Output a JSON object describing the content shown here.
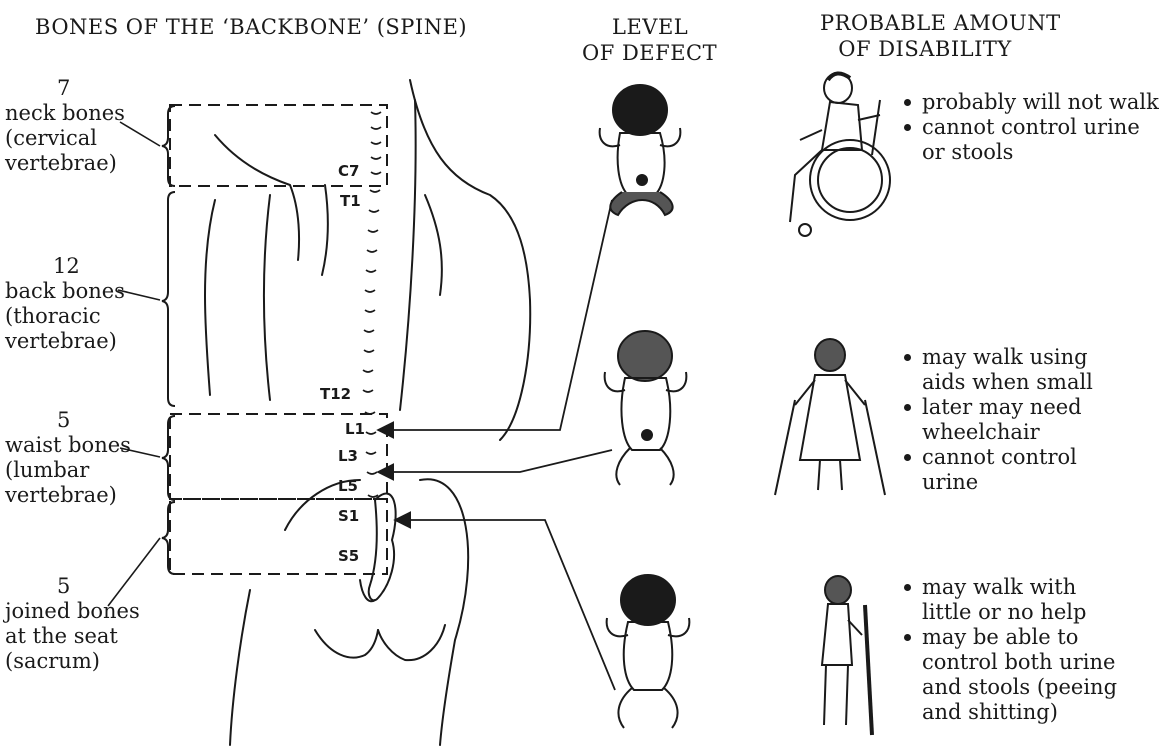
{
  "headers": {
    "bones": "BONES OF THE ‘BACKBONE’ (SPINE)",
    "level": [
      "LEVEL",
      "OF DEFECT"
    ],
    "disability": [
      "PROBABLE AMOUNT",
      "OF DISABILITY"
    ]
  },
  "bone_groups": [
    {
      "count": "7",
      "lines": [
        "neck bones",
        "(cervical",
        "vertebrae)"
      ]
    },
    {
      "count": "12",
      "lines": [
        "back bones",
        "(thoracic",
        "vertebrae)"
      ]
    },
    {
      "count": "5",
      "lines": [
        "waist bones",
        "(lumbar",
        "vertebrae)"
      ]
    },
    {
      "count": "5",
      "lines": [
        "joined bones",
        "at the seat",
        "(sacrum)"
      ]
    }
  ],
  "vertebra_labels": [
    "C7",
    "T1",
    "T12",
    "L1",
    "L3",
    "L5",
    "S1",
    "S5"
  ],
  "disabilities": [
    {
      "items": [
        [
          "probably will not walk"
        ],
        [
          "cannot control urine",
          "or stools"
        ]
      ]
    },
    {
      "items": [
        [
          "may walk using",
          "aids when small"
        ],
        [
          "later may need",
          "wheelchair"
        ],
        [
          "cannot control",
          "urine"
        ]
      ]
    },
    {
      "items": [
        [
          "may walk with",
          "little or no help"
        ],
        [
          "may be able to",
          "control both urine",
          "and stools (peeing",
          "and shitting)"
        ]
      ]
    }
  ]
}
